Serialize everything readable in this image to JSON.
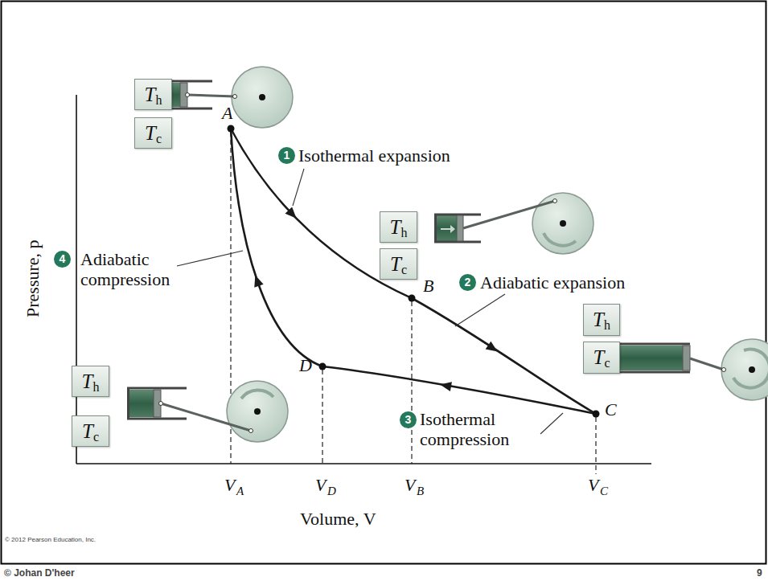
{
  "diagram": {
    "nodes": [
      {
        "text": [
          "T",
          "h"
        ]
      },
      {
        "text": [
          "T",
          "c"
        ]
      },
      {
        "text": [
          "T",
          "h"
        ]
      },
      {
        "text": [
          "T",
          "c"
        ]
      },
      {
        "text": [
          "T",
          "h"
        ]
      },
      {
        "text": [
          "T",
          "c"
        ]
      },
      {
        "text": [
          "T",
          "h"
        ]
      },
      {
        "text": [
          "T",
          "c"
        ]
      }
    ],
    "labels": [
      "A",
      "B",
      "C",
      "D",
      "1",
      "Isothermal expansion",
      "2",
      "Adiabatic expansion",
      "3",
      "Isothermal compression",
      "4",
      "Adiabatic compression",
      "Pressure, p",
      "Volume, V",
      "V",
      "A",
      "V",
      "D",
      "V",
      "B",
      "V",
      "C",
      "© 2012 Pearson Education, Inc.",
      "© Johan D'heer",
      "9"
    ]
  }
}
